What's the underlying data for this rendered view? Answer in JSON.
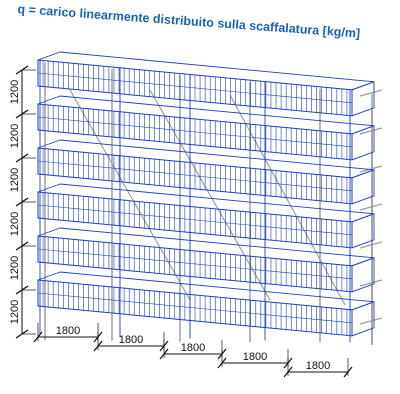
{
  "title": "q = carico linearmente distribuito sulla scaffalatura [kg/m]",
  "vertical_dimensions": [
    "1200",
    "1200",
    "1200",
    "1200",
    "1200",
    "1200"
  ],
  "horizontal_dimensions": [
    "1800",
    "1800",
    "1800",
    "1800",
    "1800"
  ],
  "colors": {
    "title": "#1a63b3",
    "mesh": "#1f3fc9",
    "frame": "#9a9a9a",
    "dimension": "#111111"
  }
}
